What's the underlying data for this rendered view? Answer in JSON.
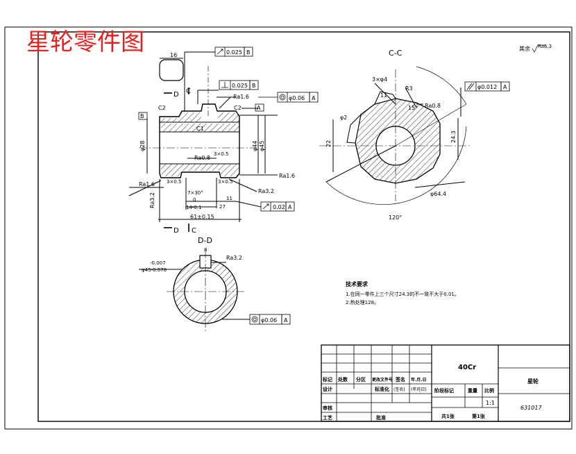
{
  "title": "星轮零件图",
  "colors": {
    "title": "#e8201e",
    "line": "#000000",
    "hatch": "#000000"
  },
  "surface_note": {
    "prefix": "其余",
    "value": "Ra6.3"
  },
  "main_view": {
    "section_marks": [
      "D",
      "D",
      "C",
      "C"
    ],
    "datum_labels": [
      "B",
      "A"
    ],
    "chamfers": [
      "C2",
      "C2",
      "C1"
    ],
    "dims": [
      "16",
      "φ28",
      "φ44",
      "φ45",
      "3×0.5",
      "3×0.5",
      "3×0.5",
      "7×30°",
      "0",
      "11",
      "14-0.1",
      "27",
      "61±0.15"
    ],
    "roughness": [
      "Ra1.6",
      "Ra0.8",
      "Ra1.6",
      "Ra1.6",
      "Ra3.2",
      "Ra3.2"
    ],
    "fcf_runout_top": {
      "value": "0.025",
      "datum": "B"
    },
    "fcf_perp": {
      "value": "0.025",
      "datum": "B"
    },
    "fcf_coax": {
      "value": "φ0.06",
      "datum": "A"
    },
    "fcf_runout_bottom": {
      "value": "0.02",
      "datum": "A"
    }
  },
  "section_cc": {
    "title": "C-C",
    "dims": [
      "3×φ4",
      "11",
      "R3",
      "15°",
      "φ2",
      "22",
      "24.3",
      "φ64.4",
      "120°"
    ],
    "roughness": [
      "Ra0.8"
    ],
    "fcf_parallel": {
      "value": "φ0.012",
      "datum": "A"
    }
  },
  "section_dd": {
    "title": "D-D",
    "dims": [
      "-0.007",
      "φ45-0.078",
      "8"
    ],
    "roughness": [
      "Ra3.2"
    ],
    "fcf_coax": {
      "value": "φ0.06",
      "datum": "A"
    }
  },
  "tech_req": {
    "heading": "技术要求",
    "lines": [
      "1.在同一零件上三个尺寸24.3的不一致不大于0.01。",
      "2.热处理128。"
    ]
  },
  "title_block": {
    "material": "40Cr",
    "part_name": "星轮",
    "drawing_no": "631017",
    "row_headers": [
      "标记",
      "处数",
      "分区",
      "更改文件号",
      "签名",
      "年.月.日"
    ],
    "designer": "设计",
    "standardize": "标准化",
    "signature": "(签名)",
    "date": "(年月日)",
    "stage_mark": "阶段标记",
    "weight": "重量",
    "scale_label": "比例",
    "scale_value": "1:1",
    "checker": "审核",
    "process": "工艺",
    "approve": "批准",
    "sheets_total": "共1张",
    "sheet_no": "第1张"
  }
}
